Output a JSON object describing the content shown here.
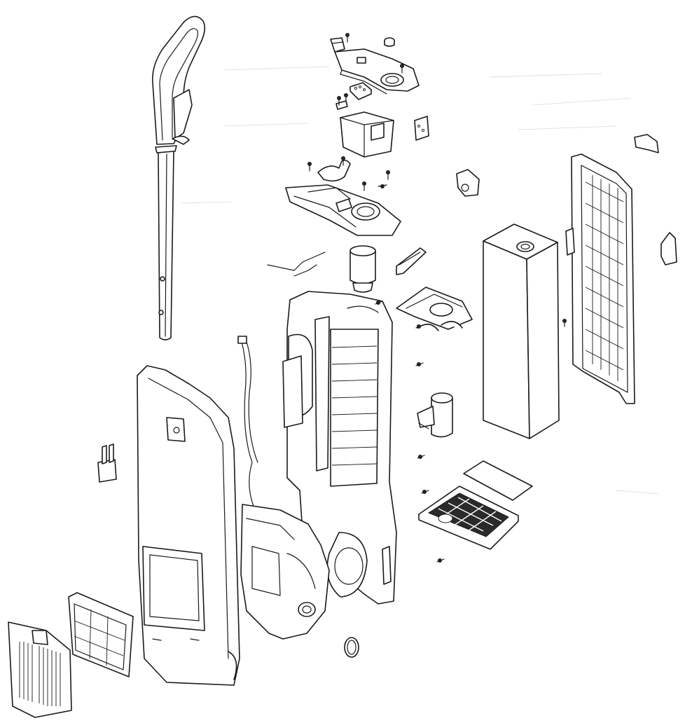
{
  "diagram": {
    "kind": "exploded-view",
    "style": "black line drawing on white",
    "parts": [
      "handle",
      "switch-bracket",
      "top-cover-plate",
      "connector-block",
      "cord-reel-housing",
      "circuit-board",
      "hose-hook",
      "motor-mount-plate",
      "wire-harness",
      "hose-inlet-tube",
      "duct-lever",
      "cyclone-lid",
      "dust-bin",
      "rear-panel",
      "side-clip",
      "main-chassis",
      "rear-cover",
      "cord-clip",
      "exhaust-grille",
      "hepa-filter",
      "valve-housing",
      "pre-motor-filter-pad",
      "filter-cassette",
      "drive-belt",
      "screws"
    ],
    "colors": {
      "line": "#1a1a1a",
      "fill": "#ffffff",
      "shade": "#e6e6e6"
    }
  }
}
